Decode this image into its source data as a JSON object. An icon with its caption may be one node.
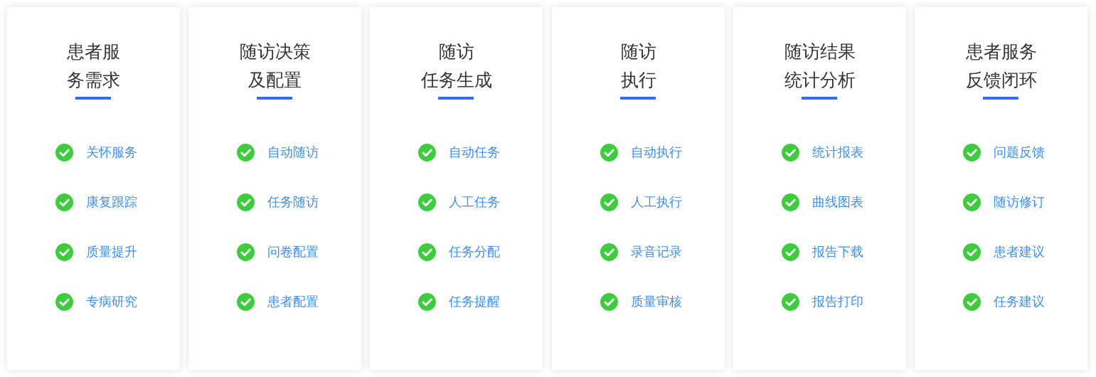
{
  "diagram": {
    "nodes": [
      {
        "text": [
          "患者服务需求",
          "关怀服务",
          "康复跟踪",
          "质量提升",
          "专病研究"
        ]
      },
      {
        "text": [
          "随访决策及配置",
          "自动随访",
          "任务随访",
          "问卷配置",
          "患者配置"
        ]
      },
      {
        "text": [
          "随访任务生成",
          "自动任务",
          "人工任务",
          "任务分配",
          "任务提醒"
        ]
      },
      {
        "text": [
          "随访执行",
          "自动执行",
          "人工执行",
          "录音记录",
          "质量审核"
        ]
      },
      {
        "text": [
          "随访结果统计分析",
          "统计报表",
          "曲线图表",
          "报告下载",
          "报告打印"
        ]
      },
      {
        "text": [
          "患者服务反馈闭环",
          "问题反馈",
          "随访修订",
          "患者建议",
          "任务建议"
        ]
      }
    ]
  }
}
